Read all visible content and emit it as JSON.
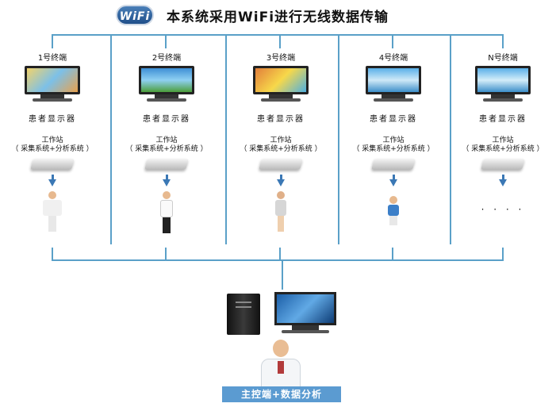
{
  "header": {
    "logo_text": "WiFi",
    "title": "本系统采用WiFi进行无线数据传输"
  },
  "terminals": [
    {
      "label": "1号终端",
      "display": "患者显示器",
      "workstation": "工作站",
      "system": "（ 采集系统+分析系统 ）",
      "screen_color": "#e8c14d"
    },
    {
      "label": "2号终端",
      "display": "患者显示器",
      "workstation": "工作站",
      "system": "（ 采集系统+分析系统 ）",
      "screen_color": "#3e8fd6"
    },
    {
      "label": "3号终端",
      "display": "患者显示器",
      "workstation": "工作站",
      "system": "（ 采集系统+分析系统 ）",
      "screen_color": "#e27f3b"
    },
    {
      "label": "4号终端",
      "display": "患者显示器",
      "workstation": "工作站",
      "system": "（ 采集系统+分析系统 ）",
      "screen_color": "#5ab0e8"
    },
    {
      "label": "N号终端",
      "display": "患者显示器",
      "workstation": "工作站",
      "system": "（ 采集系统+分析系统 ）",
      "screen_color": "#5ab0e8"
    }
  ],
  "ellipsis": "· · · ·",
  "footer": {
    "banner": "主控端+数据分析"
  },
  "colors": {
    "connector": "#5aa0c8",
    "arrow": "#3b78b5",
    "banner": "#5b9bd1"
  }
}
